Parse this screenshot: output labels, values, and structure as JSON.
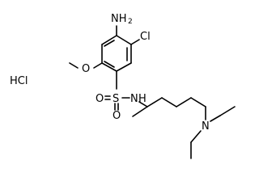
{
  "molecule": {
    "salt_label": "HCl",
    "amino_label": "NH",
    "amino_sub": "2",
    "chloro_label": "Cl",
    "methoxy_o_label": "O",
    "sulfur_label": "S",
    "sulfonyl_o1_label": "O",
    "sulfonyl_o2_label": "O",
    "sulfonamide_n_label": "N",
    "sulfonamide_h_label": "H",
    "amine_n_label": "N"
  }
}
